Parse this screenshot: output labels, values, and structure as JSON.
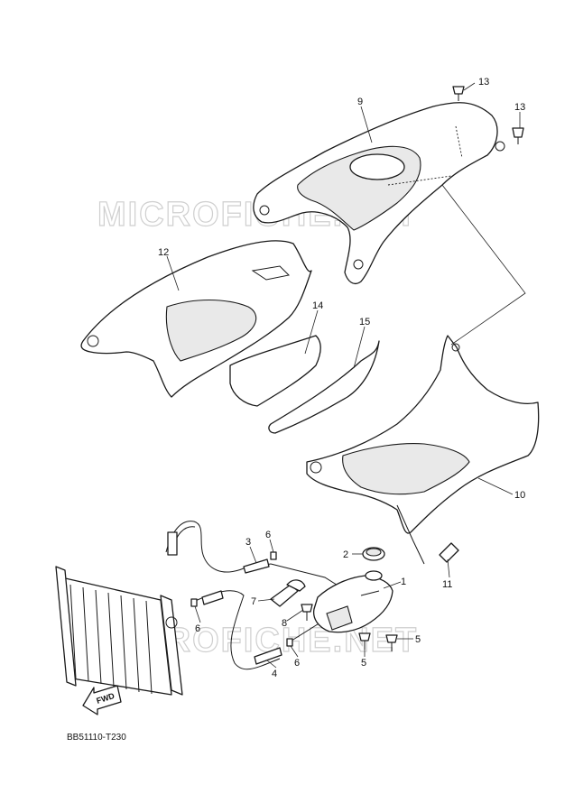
{
  "watermark": "MICROFICHE.NET",
  "fwd_label": "FWD",
  "diagram_code": "BB51110-T230",
  "callouts": {
    "c1": "1",
    "c2": "2",
    "c3": "3",
    "c4": "4",
    "c5a": "5",
    "c5b": "5",
    "c6a": "6",
    "c6b": "6",
    "c6c": "6",
    "c7": "7",
    "c8": "8",
    "c9": "9",
    "c10": "10",
    "c11": "11",
    "c12": "12",
    "c13a": "13",
    "c13b": "13",
    "c14": "14",
    "c15": "15"
  }
}
